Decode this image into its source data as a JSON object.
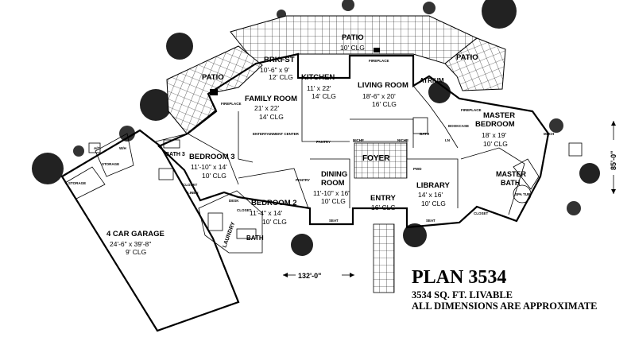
{
  "plan": {
    "title": "PLAN 3534",
    "area": "3534 SQ. FT. LIVABLE",
    "note": "ALL DIMENSIONS ARE APPROXIMATE",
    "dim_width": "132'-0\"",
    "dim_depth": "85'-0\""
  },
  "rooms": {
    "patio_center": {
      "name": "PATIO",
      "ceiling": "10' CLG"
    },
    "patio_left": {
      "name": "PATIO"
    },
    "patio_right": {
      "name": "PATIO"
    },
    "brkfst": {
      "name": "BRKFST",
      "size": "10'-6\" x 9'",
      "ceiling": "12' CLG"
    },
    "kitchen": {
      "name": "KITCHEN",
      "size": "11' x 22'",
      "ceiling": "14' CLG"
    },
    "living": {
      "name": "LIVING ROOM",
      "size": "18'-6\" x 20'",
      "ceiling": "16' CLG"
    },
    "atrium": {
      "name": "ATRIUM"
    },
    "family": {
      "name": "FAMILY ROOM",
      "size": "21' x 22'",
      "ceiling": "14' CLG"
    },
    "master_bed": {
      "name": "MASTER BEDROOM",
      "size": "18' x 19'",
      "ceiling": "10' CLG"
    },
    "bedroom3": {
      "name": "BEDROOM 3",
      "size": "11'-10\" x 14'",
      "ceiling": "10' CLG"
    },
    "bath3": {
      "name": "BATH 3"
    },
    "foyer": {
      "name": "FOYER"
    },
    "dining": {
      "name": "DINING ROOM",
      "size": "11'-10\" x 16'",
      "ceiling": "10' CLG"
    },
    "entry": {
      "name": "ENTRY",
      "ceiling": "16' CLG"
    },
    "library": {
      "name": "LIBRARY",
      "size": "14' x 16'",
      "ceiling": "10' CLG"
    },
    "master_bath": {
      "name": "MASTER BATH"
    },
    "bedroom2": {
      "name": "BEDROOM 2",
      "size": "11'-4\" x 14'",
      "ceiling": "10' CLG"
    },
    "garage": {
      "name": "4 CAR GARAGE",
      "size": "24'-6\" x 39'-8\"",
      "ceiling": "9' CLG"
    },
    "bath2": {
      "name": "BATH"
    },
    "laundry": {
      "name": "LAUNDRY"
    }
  },
  "small_labels": {
    "fireplace_living": "FIREPLACE",
    "fireplace_family": "FIREPLACE",
    "fireplace_master": "FIREPLACE",
    "entertainment": "ENTERTAINMENT CENTER",
    "pantry": "PANTRY",
    "niche1": "NICHE",
    "niche2": "NICHE",
    "closet_b3": "CLOSET",
    "linen": "LINEN",
    "storage1": "STORAGE",
    "storage2": "STORAGE",
    "ac": "A/C",
    "wh": "W/H",
    "bath_small": "BATH",
    "ln": "LN",
    "bookcase": "BOOKCASE",
    "mech": "MECH",
    "closet_master": "CLOSET",
    "spa_tub": "SPA TUB",
    "seat1": "SEAT",
    "seat2": "SEAT",
    "desk": "DESK",
    "pantry2": "PANTRY",
    "closet_b2": "CLOSET",
    "pwd": "PWD"
  }
}
